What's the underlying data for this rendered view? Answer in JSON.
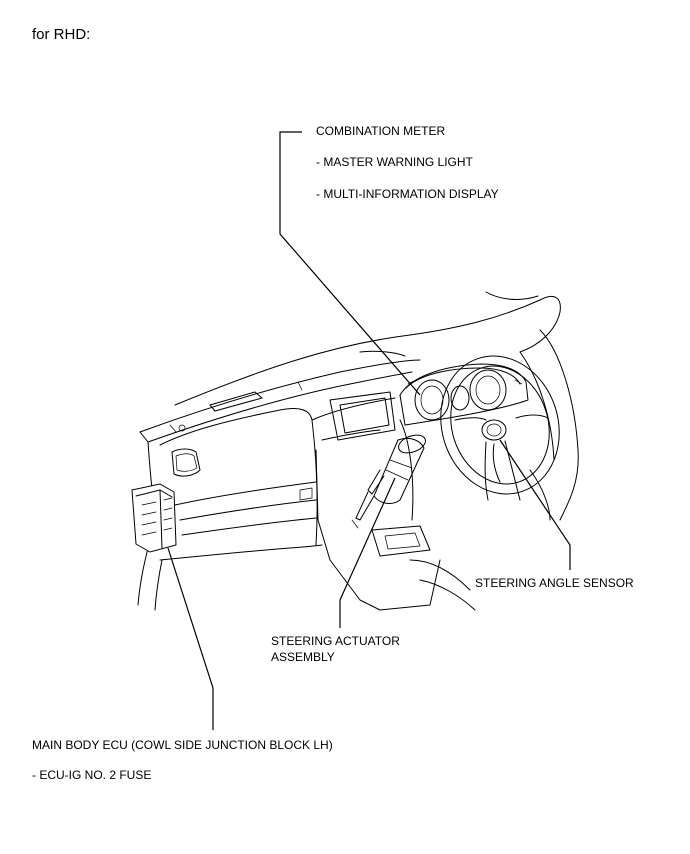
{
  "heading": "for RHD:",
  "callouts": {
    "combination_meter": "COMBINATION METER",
    "master_warning_light": "- MASTER WARNING LIGHT",
    "multi_information_display": "- MULTI-INFORMATION DISPLAY",
    "steering_angle_sensor": "STEERING ANGLE SENSOR",
    "steering_actuator_line1": "STEERING ACTUATOR",
    "steering_actuator_line2": "ASSEMBLY",
    "main_body_ecu": "MAIN BODY ECU (COWL SIDE JUNCTION BLOCK LH)",
    "ecu_ig_fuse": "- ECU-IG NO. 2 FUSE"
  }
}
